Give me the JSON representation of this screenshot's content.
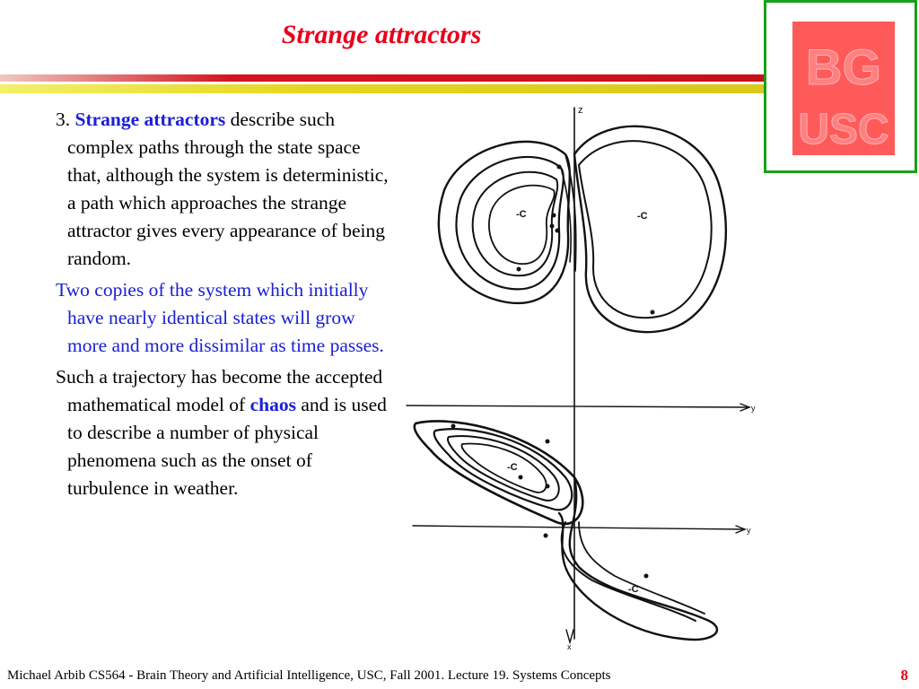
{
  "slide": {
    "title": "Strange attractors",
    "footer": "Michael Arbib CS564 - Brain Theory and Artificial Intelligence,  USC, Fall 2001. Lecture 19. Systems Concepts",
    "page_number": "8"
  },
  "colors": {
    "title": "#e8001c",
    "highlight": "#1a20d4",
    "logo_bg": "#ff5a5a",
    "frame": "#1aa01a"
  },
  "logo": {
    "text_top": "BG",
    "text_bottom": "USC"
  },
  "paragraphs": {
    "p1_prefix": "3. ",
    "p1_term": "Strange attractors",
    "p1_rest": " describe such complex paths through the state space that, although the system is deterministic, a path which approaches the strange attractor gives every appearance of being random.",
    "p2": "Two copies of the system which initially have nearly identical states will grow more and more dissimilar as time passes.",
    "p3_prefix": "Such a trajectory has become the accepted mathematical model of ",
    "p3_term": "chaos",
    "p3_rest": " and is used to describe a number of physical phenomena such as the onset of turbulence in weather."
  },
  "figure": {
    "upper_axis_vertical": "z",
    "upper_axis_horizontal": "y",
    "lower_axis_horizontal": "y",
    "lower_axis_vertical": "x",
    "fixed_point_left": "-C",
    "fixed_point_right": "-C",
    "fixed_point_lower_left": "-C",
    "fixed_point_lower_right": "-C"
  }
}
